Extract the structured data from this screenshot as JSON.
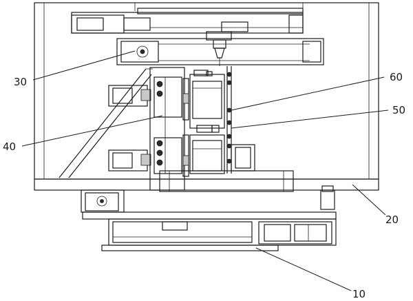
{
  "labels": {
    "ref_10": "10",
    "ref_20": "20",
    "ref_30": "30",
    "ref_40": "40",
    "ref_50": "50",
    "ref_60": "60"
  },
  "colors": {
    "line": "#1a1a1a",
    "shade": "#c8c8c8",
    "background": "#ffffff"
  }
}
